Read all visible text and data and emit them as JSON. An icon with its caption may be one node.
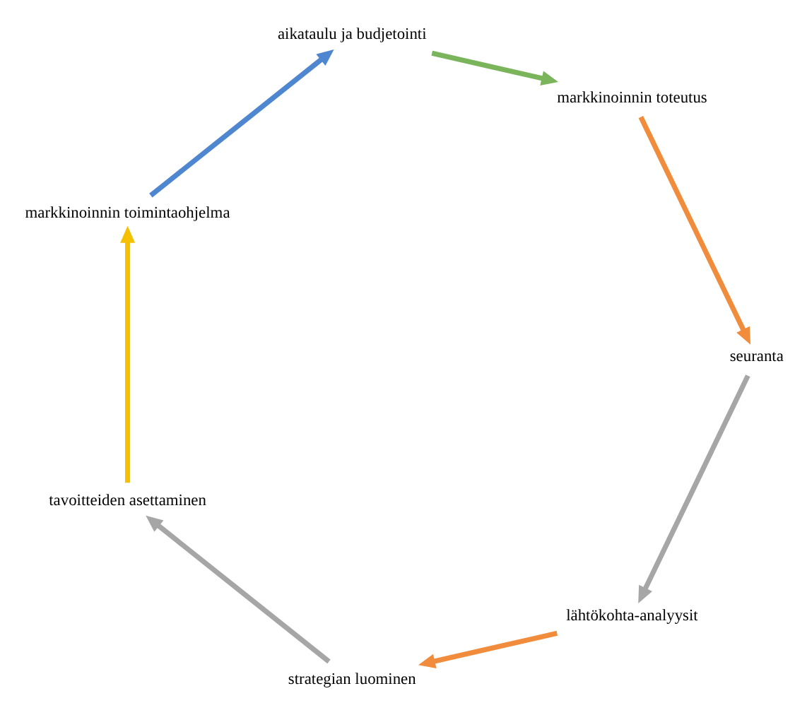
{
  "diagram": {
    "nodes": [
      {
        "text": [
          "lähtökohta-analyysit"
        ]
      },
      {
        "text": [
          "strategian luominen"
        ]
      },
      {
        "text": [
          "tavoitteiden asettaminen"
        ]
      },
      {
        "text": [
          "markkinoinnin toimintaohjelma"
        ]
      },
      {
        "text": [
          "aikataulu ja budjetointi"
        ]
      },
      {
        "text": [
          "markkinoinnin toteutus"
        ]
      },
      {
        "text": [
          "seuranta"
        ]
      }
    ],
    "edges": [
      {
        "from": 6,
        "to": 0,
        "arrow": "to",
        "color": "#a6a6a6"
      },
      {
        "from": 0,
        "to": 1,
        "arrow": "to",
        "color": "#f08c3c"
      },
      {
        "from": 1,
        "to": 2,
        "arrow": "to",
        "color": "#a6a6a6"
      },
      {
        "from": 2,
        "to": 3,
        "arrow": "to",
        "color": "#f5c000"
      },
      {
        "from": 3,
        "to": 4,
        "arrow": "to",
        "color": "#4f86d0"
      },
      {
        "from": 4,
        "to": 5,
        "arrow": "to",
        "color": "#7ab55c"
      },
      {
        "from": 5,
        "to": 6,
        "arrow": "to",
        "color": "#f08c3c"
      }
    ]
  }
}
